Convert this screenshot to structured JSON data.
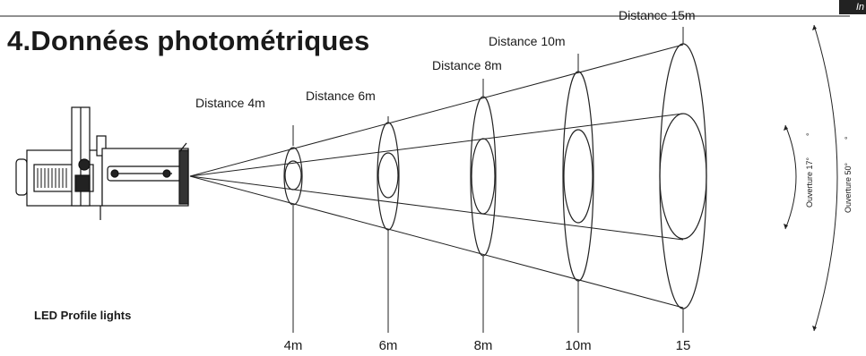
{
  "header": {
    "title": "4.Données photométriques",
    "tab_label": "In"
  },
  "caption": "LED Profile lights",
  "distances": [
    {
      "top_label": "Distance 4m",
      "bottom_label": "4m"
    },
    {
      "top_label": "Distance 6m",
      "bottom_label": "6m"
    },
    {
      "top_label": "Distance 8m",
      "bottom_label": "8m"
    },
    {
      "top_label": "Distance 10m",
      "bottom_label": "10m"
    },
    {
      "top_label": "Distance 15m",
      "bottom_label": "15"
    }
  ],
  "angles": [
    {
      "label": "Ouverture 17°",
      "degree_mark": "°"
    },
    {
      "label": "Ouverture 50°",
      "degree_mark": "°"
    }
  ]
}
